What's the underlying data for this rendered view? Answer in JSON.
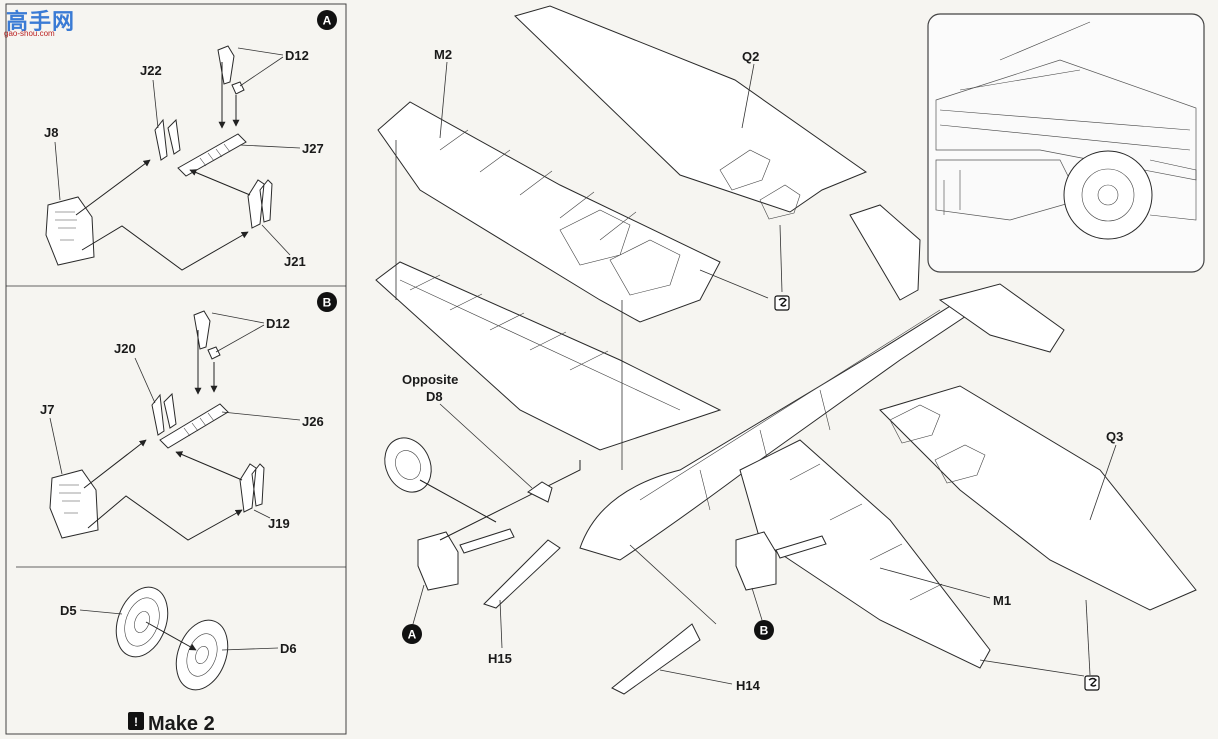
{
  "watermark": {
    "name": "高手网",
    "site": "gao-shou.com"
  },
  "panels": {
    "a": {
      "badge": "A",
      "labels": {
        "d12": "D12",
        "j22": "J22",
        "j8": "J8",
        "j27": "J27",
        "j21": "J21"
      }
    },
    "b": {
      "badge": "B",
      "labels": {
        "d12": "D12",
        "j20": "J20",
        "j7": "J7",
        "j26": "J26",
        "j19": "J19"
      }
    },
    "wheel": {
      "labels": {
        "d5": "D5",
        "d6": "D6"
      },
      "note_mark": "!",
      "note": "Make 2"
    }
  },
  "main": {
    "labels": {
      "m2": "M2",
      "q2": "Q2",
      "q3": "Q3",
      "m1": "M1",
      "opposite": "Opposite",
      "d8": "D8",
      "h15": "H15",
      "h14": "H14"
    },
    "callouts": {
      "a": "A",
      "b": "B"
    }
  }
}
